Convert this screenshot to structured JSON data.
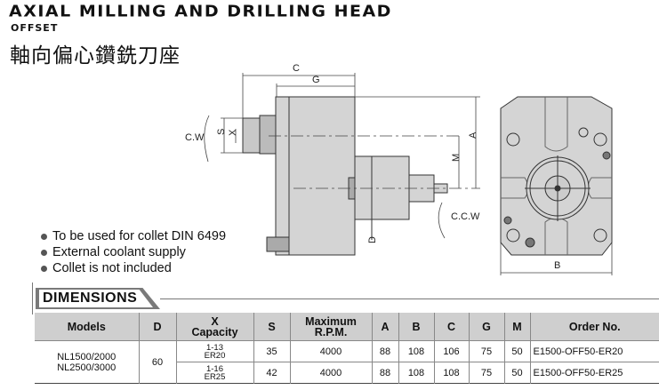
{
  "header": {
    "title": "AXIAL MILLING AND DRILLING HEAD",
    "subtitle": "OFFSET",
    "chinese_title": "軸向偏心鑽銑刀座"
  },
  "drawing": {
    "labels": {
      "C": "C",
      "G": "G",
      "A": "A",
      "M": "M",
      "S": "S",
      "X": "X",
      "D": "D",
      "B": "B",
      "cw": "C.W",
      "ccw": "C.C.W"
    }
  },
  "features": [
    "To be used for collet DIN 6499",
    "External coolant supply",
    "Collet is not included"
  ],
  "dimensions": {
    "section_title": "DIMENSIONS",
    "headers": {
      "models": "Models",
      "d": "D",
      "x_line1": "X",
      "x_line2": "Capacity",
      "s": "S",
      "rpm_line1": "Maximum",
      "rpm_line2": "R.P.M.",
      "a": "A",
      "b": "B",
      "c": "C",
      "g": "G",
      "m": "M",
      "order": "Order No."
    },
    "models": [
      "NL1500/2000",
      "NL2500/3000"
    ],
    "d": "60",
    "rows": [
      {
        "cap1": "1-13",
        "cap2": "ER20",
        "s": "35",
        "rpm": "4000",
        "a": "88",
        "b": "108",
        "c": "106",
        "g": "75",
        "m": "50",
        "order": "E1500-OFF50-ER20"
      },
      {
        "cap1": "1-16",
        "cap2": "ER25",
        "s": "42",
        "rpm": "4000",
        "a": "88",
        "b": "108",
        "c": "108",
        "g": "75",
        "m": "50",
        "order": "E1500-OFF50-ER25"
      }
    ]
  }
}
